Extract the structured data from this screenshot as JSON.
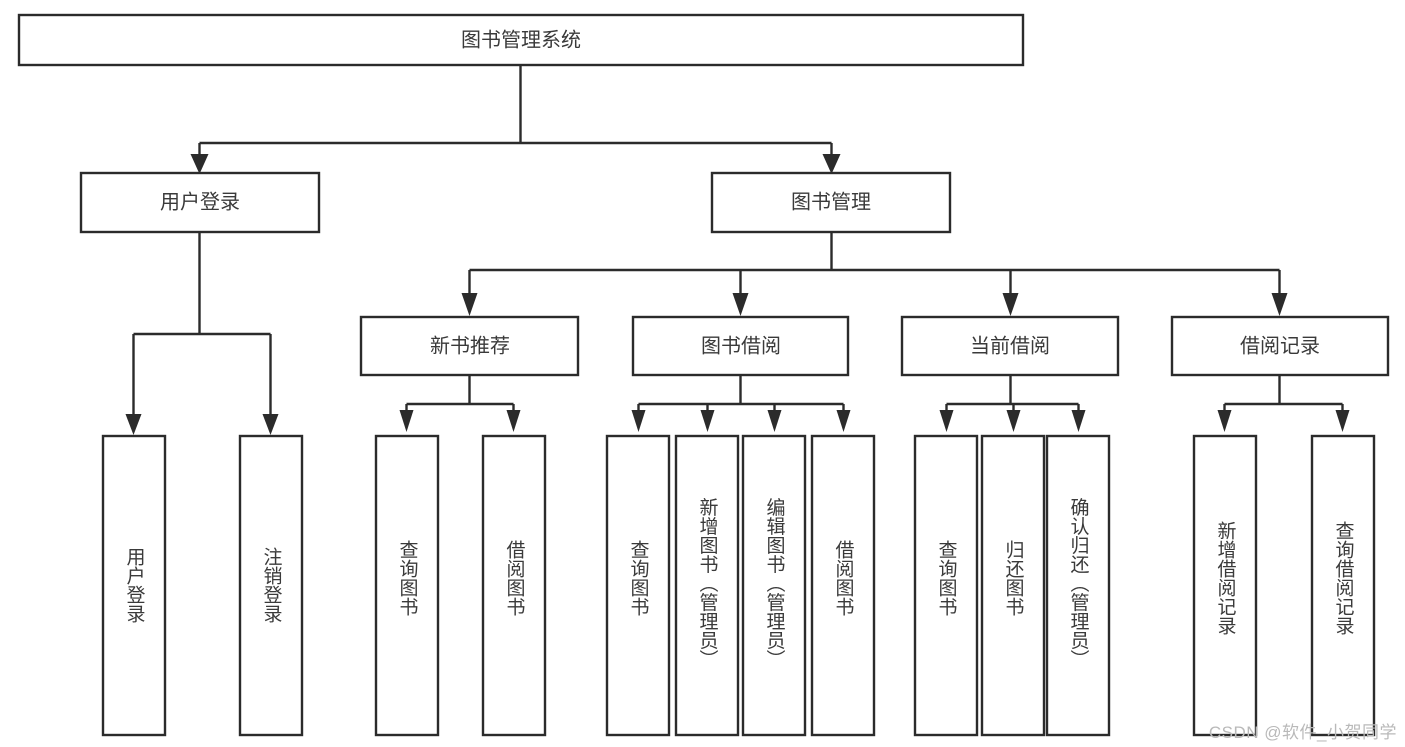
{
  "diagram": {
    "title": "图书管理系统",
    "type": "tree-hierarchy",
    "theme": {
      "background": "#ffffff",
      "box_fill": "#ffffff",
      "box_stroke": "#2b2b2b",
      "text_color": "#3a3a3a",
      "watermark_color": "#b9b9b9"
    },
    "root": {
      "label": "图书管理系统",
      "orientation": "horizontal"
    },
    "level2": [
      {
        "label": "用户登录",
        "orientation": "horizontal"
      },
      {
        "label": "图书管理",
        "orientation": "horizontal"
      }
    ],
    "level3": [
      {
        "label": "新书推荐",
        "orientation": "horizontal"
      },
      {
        "label": "图书借阅",
        "orientation": "horizontal"
      },
      {
        "label": "当前借阅",
        "orientation": "horizontal"
      },
      {
        "label": "借阅记录",
        "orientation": "horizontal"
      }
    ],
    "leaves": {
      "user_login": [
        {
          "label": "用户登录",
          "orientation": "vertical"
        },
        {
          "label": "注销登录",
          "orientation": "vertical"
        }
      ],
      "new_book_recommend": [
        {
          "label": "查询图书",
          "orientation": "vertical"
        },
        {
          "label": "借阅图书",
          "orientation": "vertical"
        }
      ],
      "book_borrow": [
        {
          "label": "查询图书",
          "orientation": "vertical"
        },
        {
          "label": "新增图书（管理员）",
          "orientation": "vertical"
        },
        {
          "label": "编辑图书（管理员）",
          "orientation": "vertical"
        },
        {
          "label": "借阅图书",
          "orientation": "vertical"
        }
      ],
      "current_borrow": [
        {
          "label": "查询图书",
          "orientation": "vertical"
        },
        {
          "label": "归还图书",
          "orientation": "vertical"
        },
        {
          "label": "确认归还（管理员）",
          "orientation": "vertical"
        }
      ],
      "borrow_record": [
        {
          "label": "新增借阅记录",
          "orientation": "vertical"
        },
        {
          "label": "查询借阅记录",
          "orientation": "vertical"
        }
      ]
    },
    "watermark": "CSDN @软件_小贺同学"
  }
}
